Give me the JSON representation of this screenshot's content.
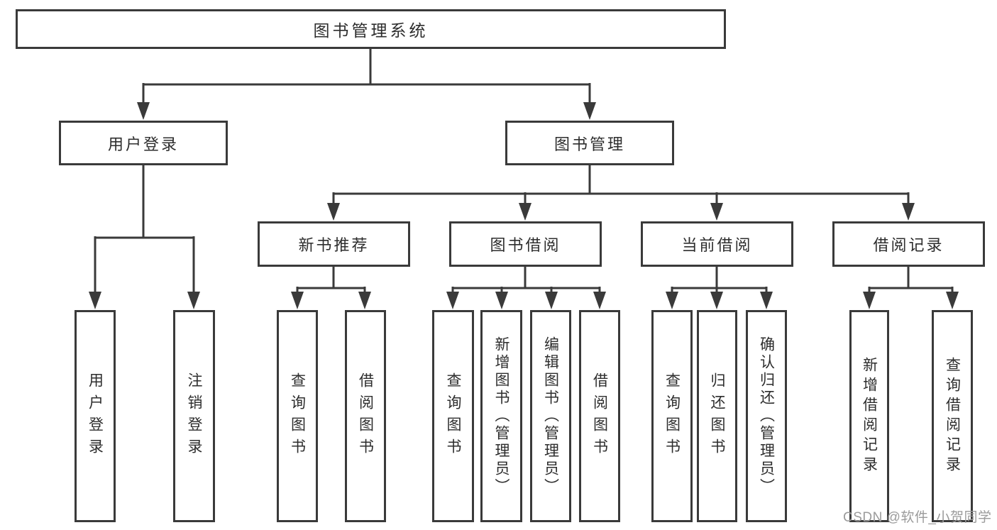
{
  "diagram": {
    "root": {
      "label": "图书管理系统"
    },
    "branches": [
      {
        "label": "用户登录",
        "children": [
          {
            "label": "用户登录"
          },
          {
            "label": "注销登录"
          }
        ]
      },
      {
        "label": "图书管理",
        "children": [
          {
            "label": "新书推荐",
            "children": [
              {
                "label": "查询图书"
              },
              {
                "label": "借阅图书"
              }
            ]
          },
          {
            "label": "图书借阅",
            "children": [
              {
                "label": "查询图书"
              },
              {
                "label": "新增图书（管理员）"
              },
              {
                "label": "编辑图书（管理员）"
              },
              {
                "label": "借阅图书"
              }
            ]
          },
          {
            "label": "当前借阅",
            "children": [
              {
                "label": "查询图书"
              },
              {
                "label": "归还图书"
              },
              {
                "label": "确认归还（管理员）"
              }
            ]
          },
          {
            "label": "借阅记录",
            "children": [
              {
                "label": "新增借阅记录"
              },
              {
                "label": "查询借阅记录"
              }
            ]
          }
        ]
      }
    ]
  },
  "watermark": {
    "text": "CSDN @软件_小贺同学"
  },
  "colors": {
    "line": "#3a3a3a",
    "box_fill": "#ffffff",
    "text": "#2d2d2d",
    "watermark": "#9b9b9b"
  }
}
